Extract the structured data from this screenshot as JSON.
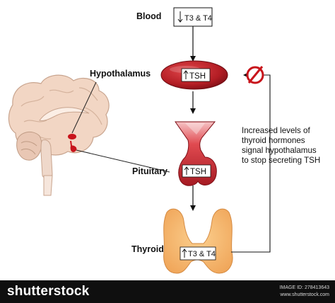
{
  "labels": {
    "blood": "Blood",
    "hypothalamus": "Hypothalamus",
    "pituitary": "Pituitary",
    "thyroid": "Thyroid"
  },
  "hormones": {
    "blood_box": "T3 & T4",
    "hypothalamus": "TSH",
    "pituitary": "TSH",
    "thyroid": "T3 & T4"
  },
  "feedback_note": [
    "Increased levels  of",
    "thyroid hormones",
    "signal hypothalamus",
    "to stop secreting TSH"
  ],
  "footer": {
    "brand": "shutterstock",
    "image_id": "IMAGE ID: 278413643",
    "site": "www.shutterstock.com"
  },
  "colors": {
    "organ_red": "#b31d24",
    "thyroid_tan": "#f4b26a",
    "brain_skin": "#f2d6c4",
    "inhibit_red": "#c8141b"
  }
}
